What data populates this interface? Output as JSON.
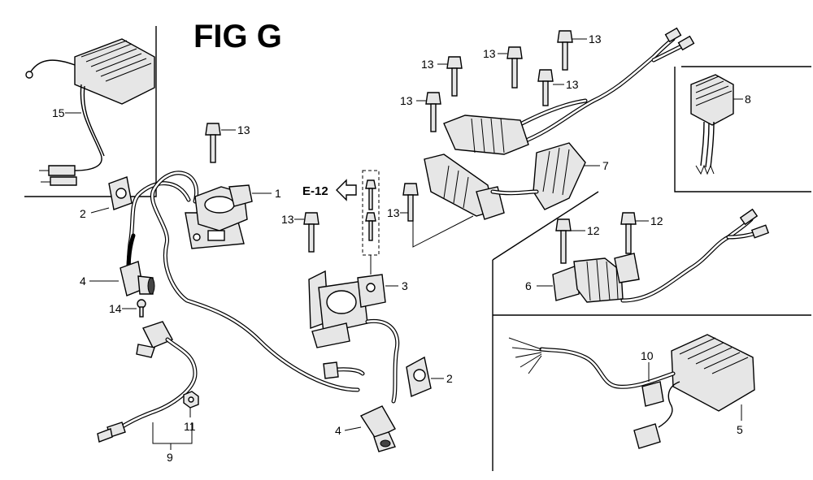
{
  "title": "FIG G",
  "reference": "E-12",
  "callouts": {
    "c1": "1",
    "c2a": "2",
    "c2b": "2",
    "c3": "3",
    "c4a": "4",
    "c4b": "4",
    "c5": "5",
    "c6": "6",
    "c7": "7",
    "c8": "8",
    "c9": "9",
    "c10": "10",
    "c11": "11",
    "c12a": "12",
    "c12b": "12",
    "c13a": "13",
    "c13b": "13",
    "c13c": "13",
    "c13d": "13",
    "c13e": "13",
    "c13f": "13",
    "c13g": "13",
    "c13h": "13",
    "c14": "14",
    "c15": "15"
  }
}
